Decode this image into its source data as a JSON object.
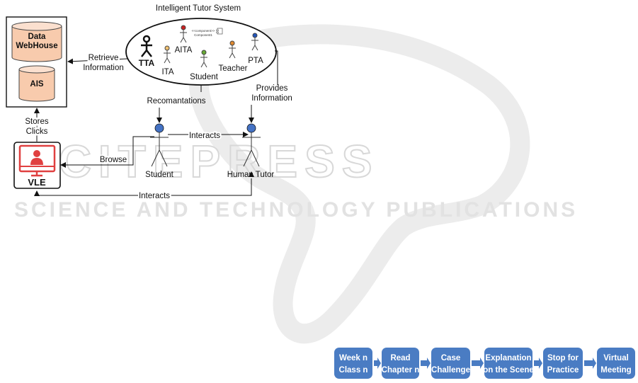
{
  "diagram": {
    "system_title": "Intelligent Tutor System",
    "storage": {
      "data_warehouse": "Data WebHouse",
      "ais": "AIS"
    },
    "agents": {
      "tta": "TTA",
      "ita": "ITA",
      "aita": "AITA",
      "student_agent": "Student",
      "teacher": "Teacher",
      "pta": "PTA",
      "component_stereotype": "<<component>>",
      "component_name": "Component1"
    },
    "actors": {
      "student": "Student",
      "human_tutor": "Human Tutor"
    },
    "vle": "VLE",
    "edges": {
      "retrieve": [
        "Retrieve",
        "Information"
      ],
      "stores": [
        "Stores",
        "Clicks"
      ],
      "recommendations": "Recomantations",
      "provides": [
        "Provides",
        "Information"
      ],
      "interacts_top": "Interacts",
      "interacts_bottom": "Interacts",
      "browse": "Browse"
    },
    "watermark": {
      "main": "SCITEPRESS",
      "sub": "SCIENCE AND TECHNOLOGY PUBLICATIONS"
    },
    "colors": {
      "actor_head": "#4472c4",
      "vle_red": "#e04040",
      "storage_fill": "#f8cbad",
      "step_fill": "#4a7cc3"
    }
  },
  "flow_steps": [
    [
      "Week n",
      "Class n"
    ],
    [
      "Read",
      "Chapter n"
    ],
    [
      "Case",
      "Challenge"
    ],
    [
      "Explanation",
      "on the Scene"
    ],
    [
      "Stop for",
      "Practice"
    ],
    [
      "Virtual",
      "Meeting"
    ]
  ]
}
